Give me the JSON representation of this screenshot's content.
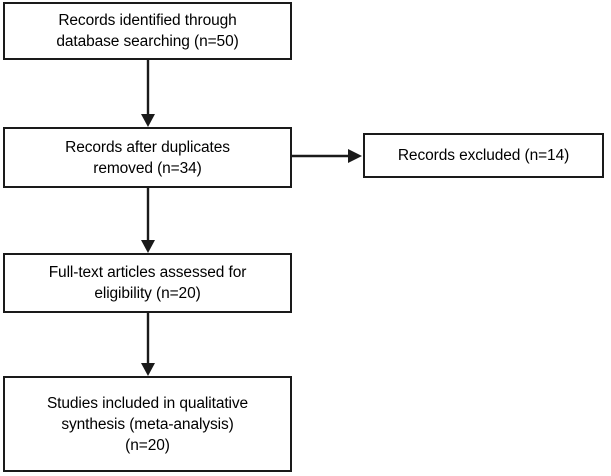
{
  "diagram": {
    "type": "prisma-flow-diagram",
    "background_color": "#ffffff",
    "line_color": "#1a1a1a",
    "text_color": "#000000",
    "boxes": [
      {
        "id": "identified",
        "text": "Records identified through\ndatabase searching (n=50)",
        "count": 50
      },
      {
        "id": "duplicates",
        "text": "Records after duplicates\nremoved (n=34)",
        "count": 34
      },
      {
        "id": "excluded",
        "text": "Records excluded (n=14)",
        "count": 14
      },
      {
        "id": "fulltext",
        "text": "Full-text articles assessed for\neligibility (n=20)",
        "count": 20
      },
      {
        "id": "included",
        "text": "Studies included in qualitative\nsynthesis (meta-analysis)\n(n=20)",
        "count": 20
      }
    ],
    "connectors": [
      {
        "id": "identified-to-duplicates",
        "direction": "down"
      },
      {
        "id": "duplicates-to-excluded",
        "direction": "right"
      },
      {
        "id": "duplicates-to-fulltext",
        "direction": "down"
      },
      {
        "id": "fulltext-to-included",
        "direction": "down"
      }
    ]
  }
}
